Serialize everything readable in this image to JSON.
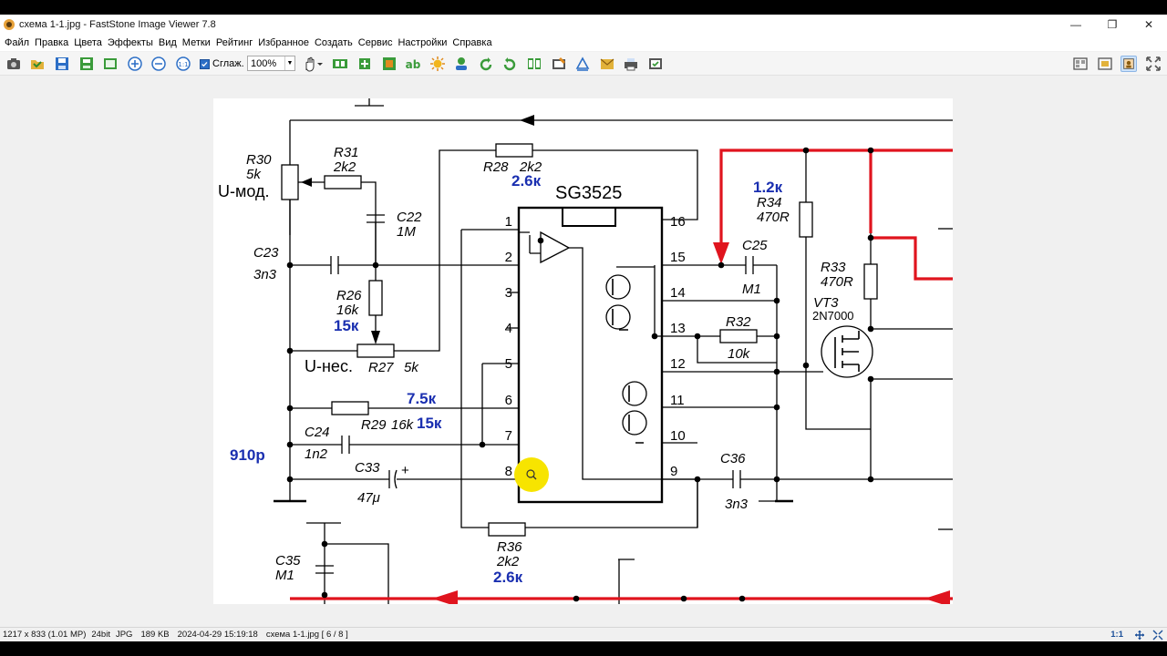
{
  "window": {
    "title": "схема 1-1.jpg  -  FastStone Image Viewer 7.8",
    "minimize": "—",
    "maximize": "❐",
    "close": "✕"
  },
  "menu": [
    "Файл",
    "Правка",
    "Цвета",
    "Эффекты",
    "Вид",
    "Метки",
    "Рейтинг",
    "Избранное",
    "Создать",
    "Сервис",
    "Настройки",
    "Справка"
  ],
  "toolbar": {
    "smooth_checked": true,
    "smooth_label": "Сглаж.",
    "zoom_value": "100%",
    "left_icons": [
      "camera-icon",
      "open-folder-icon",
      "save-icon",
      "save-as-icon",
      "export-icon",
      "zoom-in-icon",
      "zoom-out-icon",
      "actual-size-icon"
    ],
    "mid_icons": [
      "hand-pan-icon",
      "filmstrip-icon",
      "crop-icon",
      "resize-icon",
      "text-icon",
      "brightness-icon",
      "color-icon",
      "rotate-left-icon",
      "rotate-right-icon",
      "compare-icon",
      "draw-icon",
      "copy-icon",
      "email-icon",
      "print-icon",
      "settings-icon"
    ],
    "right_icons": [
      "browser-mode-icon",
      "windowed-mode-icon",
      "fullscreen-mode-icon",
      "fit-icon"
    ],
    "colors": {
      "accent": "#2d6fc6",
      "green": "#3a9b3a",
      "orange": "#e08a1e"
    }
  },
  "schematic": {
    "chip": "SG3525",
    "pins_left": [
      "1",
      "2",
      "3",
      "4",
      "5",
      "6",
      "7",
      "8"
    ],
    "pins_right": [
      "16",
      "15",
      "14",
      "13",
      "12",
      "11",
      "10",
      "9"
    ],
    "labels": {
      "r30": "R30",
      "r30v": "5k",
      "u_mod": "U-мод.",
      "r31": "R31",
      "r31v": "2k2",
      "r28": "R28",
      "r28v": "2k2",
      "n26a": "2.6к",
      "c22": "C22",
      "c22v": "1M",
      "c23": "C23",
      "c23v": "3n3",
      "r26": "R26",
      "r26v": "16k",
      "n15a": "15к",
      "u_nes": "U-нес.",
      "r27": "R27",
      "r27v": "5k",
      "n75": "7.5к",
      "r29": "R29",
      "r29v": "16k",
      "n15b": "15к",
      "c24": "C24",
      "c24v": "1n2",
      "n910": "910p",
      "c33": "C33",
      "c33v": "47μ",
      "plus": "+",
      "r36": "R36",
      "r36v": "2k2",
      "n26b": "2.6к",
      "c35": "C35",
      "c35v": "M1",
      "n12": "1.2к",
      "r34": "R34",
      "r34v": "470R",
      "c25": "C25",
      "c25v": "M1",
      "r32": "R32",
      "r32v": "10k",
      "r33": "R33",
      "r33v": "470R",
      "vt3": "VT3",
      "vt3v": "2N7000",
      "c36": "C36",
      "c36v": "3n3"
    },
    "colors": {
      "wire": "#000000",
      "power": "#e0141e",
      "annotation": "#1a2fb0",
      "cursor": "#f7e400"
    }
  },
  "status": {
    "dimensions": "1217 x 833 (1.01 MP)",
    "bitdepth": "24bit",
    "format": "JPG",
    "filesize": "189 KB",
    "datetime": "2024-04-29 15:19:18",
    "file": "схема 1-1.jpg [ 6 / 8 ]",
    "ratio": "1:1"
  }
}
